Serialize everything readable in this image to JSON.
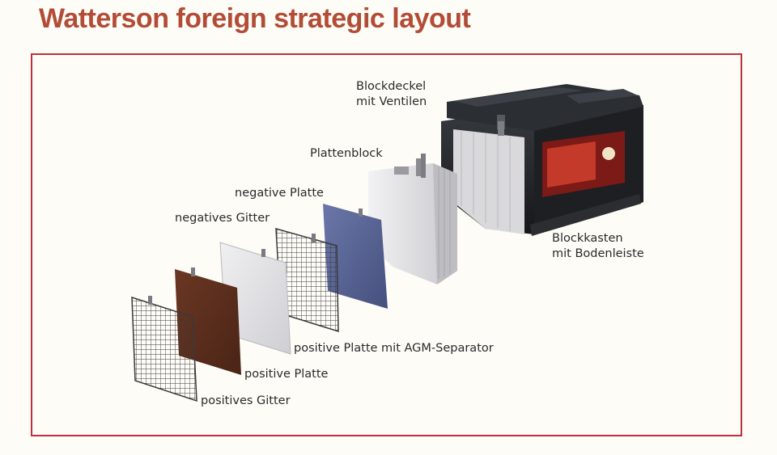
{
  "page_title": "Watterson foreign strategic layout",
  "labels": {
    "blockdeckel_l1": "Blockdeckel",
    "blockdeckel_l2": "mit Ventilen",
    "plattenblock": "Plattenblock",
    "negative_platte": "negative Platte",
    "negatives_gitter": "negatives Gitter",
    "blockkasten_l1": "Blockkasten",
    "blockkasten_l2": "mit Bodenleiste",
    "positive_platte_agm": "positive Platte mit AGM-Separator",
    "positive_platte": "positive Platte",
    "positives_gitter": "positives Gitter"
  },
  "colors": {
    "title": "#b24c36",
    "frame_border": "#c0303a",
    "negative_plate": "#5b6797",
    "positive_plate": "#5a2d1b",
    "separator": "#e4e4e6",
    "grid": "#3a3a3a"
  }
}
